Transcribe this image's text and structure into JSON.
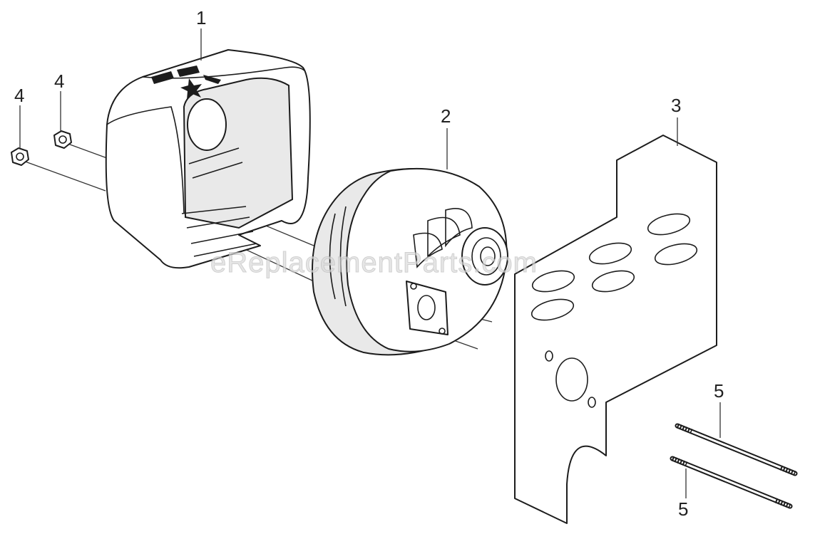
{
  "callouts": {
    "cover": "1",
    "muffler": "2",
    "shield": "3",
    "nut_left": "4",
    "nut_right": "4",
    "stud_top": "5",
    "stud_bottom": "5"
  },
  "watermark": "eReplacementParts.com"
}
